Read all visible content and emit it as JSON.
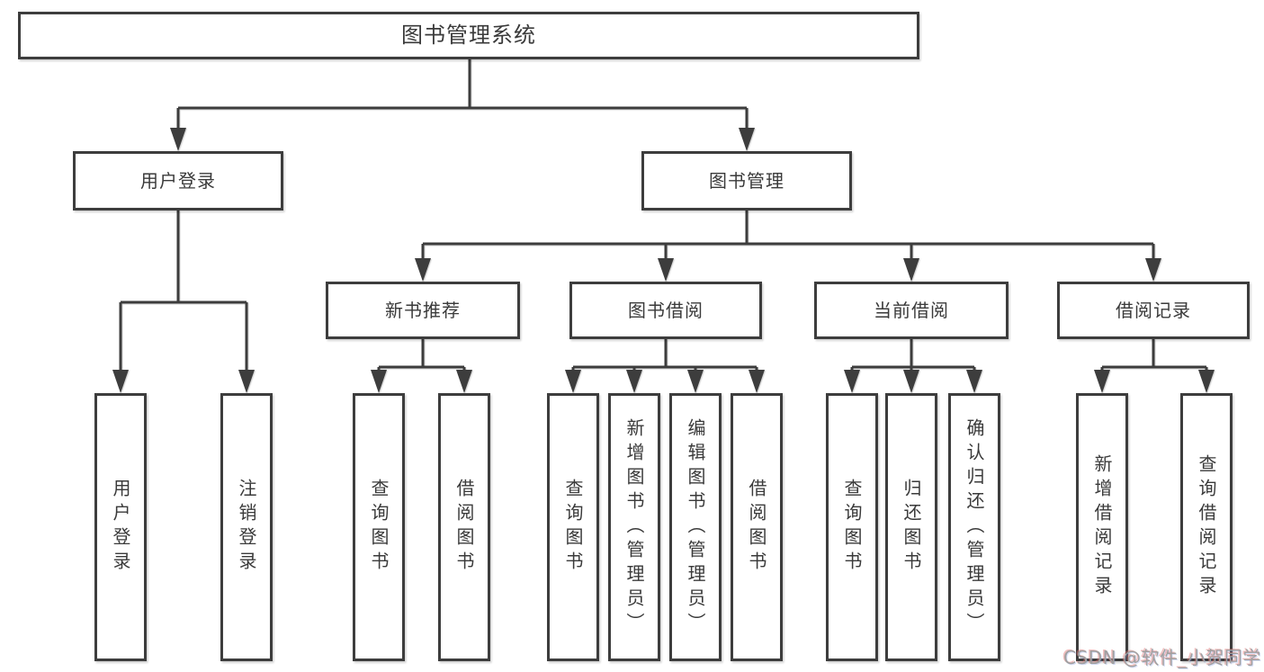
{
  "diagram_title": "图书管理系统",
  "watermark": "CSDN @软件_小贺同学",
  "colors": {
    "line": "#3d3d3d",
    "text": "#3a3a3a",
    "node_bg": "#ffffff",
    "page_bg": "#ffffff",
    "watermark": "#a0a0a0"
  },
  "nodes": {
    "root": "图书管理系统",
    "level2": [
      "用户登录",
      "图书管理"
    ],
    "level3": [
      "新书推荐",
      "图书借阅",
      "当前借阅",
      "借阅记录"
    ],
    "leaves": {
      "user_login": [
        "用户登录",
        "注销登录"
      ],
      "new_books": [
        "查询图书",
        "借阅图书"
      ],
      "book_borrow": [
        "查询图书",
        "新增图书（管理员）",
        "编辑图书（管理员）",
        "借阅图书"
      ],
      "current_borrow": [
        "查询图书",
        "归还图书",
        "确认归还（管理员）"
      ],
      "borrow_records": [
        "新增借阅记录",
        "查询借阅记录"
      ]
    }
  }
}
